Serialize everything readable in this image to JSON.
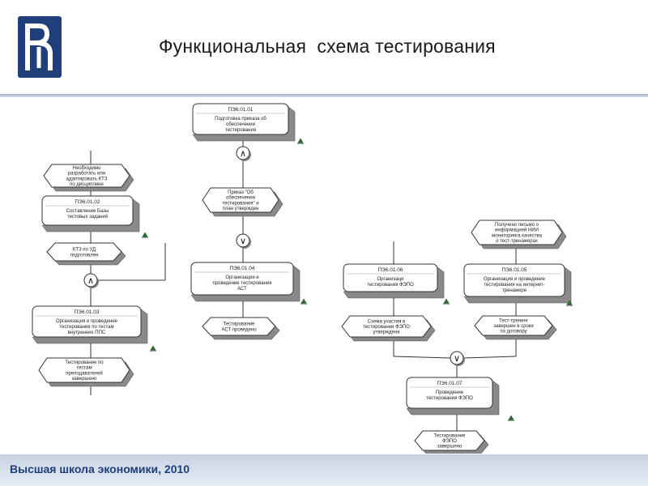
{
  "header": {
    "title": "Функциональная  схема тестирования"
  },
  "footer": {
    "text": "Высшая школа экономики, 2010"
  },
  "colors": {
    "brand": "#1f3f7a",
    "line": "#333333",
    "shadow": "#555555"
  },
  "diagram": {
    "functions": [
      {
        "id": "f1",
        "code": "ПЭ6.01.01",
        "lines": [
          "Подготовка приказа об",
          "обеспечении",
          "тестирования"
        ]
      },
      {
        "id": "f2",
        "code": "ПЭ6.01.02",
        "lines": [
          "Составление Базы",
          "тестовых заданий"
        ]
      },
      {
        "id": "f3",
        "code": "ПЭ6.01.03",
        "lines": [
          "Организация и проведение",
          "тестирования по тестам",
          "внутренних ППС"
        ]
      },
      {
        "id": "f4",
        "code": "ПЭ6.01.04",
        "lines": [
          "Организация и",
          "проведение тестирования",
          "АСТ"
        ]
      },
      {
        "id": "f6",
        "code": "ПЭ6.01.06",
        "lines": [
          "Организаци",
          "тестирования ФЭПО"
        ]
      },
      {
        "id": "f5",
        "code": "ПЭ6.01.05",
        "lines": [
          "Организация и проведение",
          "тестирования на интернет-",
          "тренажере"
        ]
      },
      {
        "id": "f7",
        "code": "ПЭ6.01.07",
        "lines": [
          "Проведение",
          "тестирования ФЭПО"
        ]
      }
    ],
    "events": [
      {
        "id": "e1",
        "lines": [
          "Необходимо",
          "разработать или",
          "адаптировать КТЗ",
          "по дисциплине"
        ]
      },
      {
        "id": "e2",
        "lines": [
          "КТЗ по УД",
          "подготовлен"
        ]
      },
      {
        "id": "e3",
        "lines": [
          "Тестирование по",
          "тестам",
          "преподавателей",
          "завершено"
        ]
      },
      {
        "id": "e4",
        "lines": [
          "Приказ \"Об",
          "обеспечении",
          "тестирования\" и",
          "план утвержден"
        ]
      },
      {
        "id": "e5",
        "lines": [
          "Тестирование",
          "АСТ проведено"
        ]
      },
      {
        "id": "e6",
        "lines": [
          "Схема участия в",
          "тестировании ФЭПО",
          "утверждена"
        ]
      },
      {
        "id": "e7",
        "lines": [
          "Получено письмо о",
          "информацией НИИ",
          "мониторинга качества",
          "о тест-тренажерах"
        ]
      },
      {
        "id": "e8",
        "lines": [
          "Тест-тренинг",
          "завершен в сроки",
          "по договору"
        ]
      },
      {
        "id": "e9",
        "lines": [
          "Тестирование",
          "ФЭПО",
          "завершено"
        ]
      }
    ],
    "connectors": [
      {
        "id": "c1",
        "symbol": "∧"
      },
      {
        "id": "c2",
        "symbol": "∨"
      },
      {
        "id": "c3",
        "symbol": "∧"
      },
      {
        "id": "c4",
        "symbol": "∨"
      }
    ]
  }
}
